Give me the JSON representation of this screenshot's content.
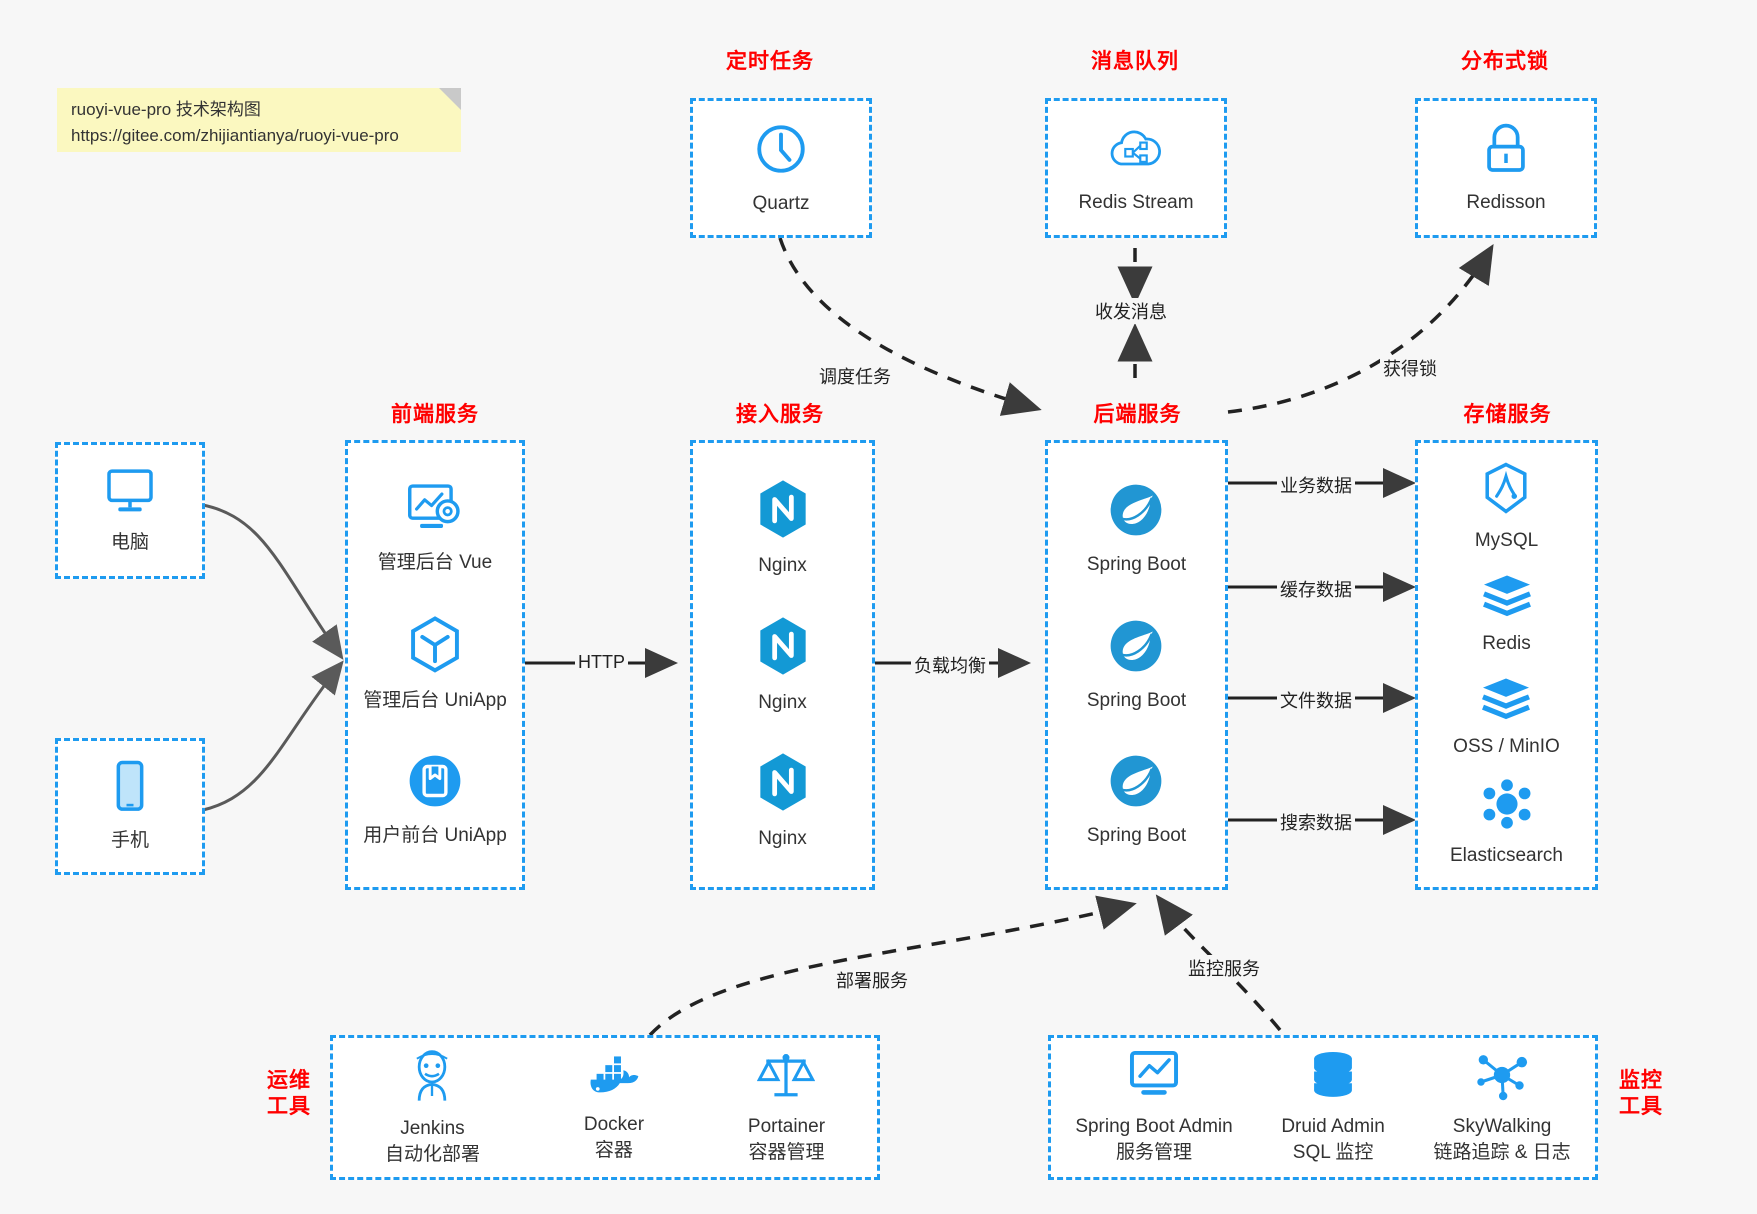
{
  "note": {
    "line1": "ruoyi-vue-pro 技术架构图",
    "line2": "https://gitee.com/zhijiantianya/ruoyi-vue-pro"
  },
  "colors": {
    "accent": "#1e9bf0",
    "title": "#ff0000",
    "text": "#333333",
    "background": "#f7f7f7",
    "note_bg": "#fbf8c0"
  },
  "groups": {
    "scheduled_task": {
      "title": "定时任务",
      "nodes": [
        {
          "label": "Quartz",
          "icon": "clock-icon"
        }
      ]
    },
    "message_queue": {
      "title": "消息队列",
      "nodes": [
        {
          "label": "Redis Stream",
          "icon": "cloud-stream-icon"
        }
      ]
    },
    "distributed_lock": {
      "title": "分布式锁",
      "nodes": [
        {
          "label": "Redisson",
          "icon": "lock-icon"
        }
      ]
    },
    "clients": {
      "nodes": [
        {
          "label": "电脑",
          "icon": "desktop-icon"
        },
        {
          "label": "手机",
          "icon": "mobile-icon"
        }
      ]
    },
    "frontend": {
      "title": "前端服务",
      "nodes": [
        {
          "label": "管理后台 Vue",
          "icon": "dashboard-gear-icon"
        },
        {
          "label": "管理后台 UniApp",
          "icon": "cube-icon"
        },
        {
          "label": "用户前台 UniApp",
          "icon": "app-window-icon"
        }
      ]
    },
    "gateway": {
      "title": "接入服务",
      "nodes": [
        {
          "label": "Nginx",
          "icon": "nginx-icon"
        },
        {
          "label": "Nginx",
          "icon": "nginx-icon"
        },
        {
          "label": "Nginx",
          "icon": "nginx-icon"
        }
      ]
    },
    "backend": {
      "title": "后端服务",
      "nodes": [
        {
          "label": "Spring Boot",
          "icon": "spring-boot-icon"
        },
        {
          "label": "Spring Boot",
          "icon": "spring-boot-icon"
        },
        {
          "label": "Spring Boot",
          "icon": "spring-boot-icon"
        }
      ]
    },
    "storage": {
      "title": "存储服务",
      "nodes": [
        {
          "label": "MySQL",
          "icon": "mysql-icon"
        },
        {
          "label": "Redis",
          "icon": "redis-icon"
        },
        {
          "label": "OSS / MinIO",
          "icon": "oss-minio-icon"
        },
        {
          "label": "Elasticsearch",
          "icon": "elasticsearch-icon"
        }
      ]
    },
    "devops": {
      "title_line1": "运维",
      "title_line2": "工具",
      "nodes": [
        {
          "label": "Jenkins",
          "sub": "自动化部署",
          "icon": "jenkins-icon"
        },
        {
          "label": "Docker",
          "sub": "容器",
          "icon": "docker-icon"
        },
        {
          "label": "Portainer",
          "sub": "容器管理",
          "icon": "scales-icon"
        }
      ]
    },
    "monitoring": {
      "title_line1": "监控",
      "title_line2": "工具",
      "nodes": [
        {
          "label": "Spring Boot Admin",
          "sub": "服务管理",
          "icon": "monitor-chart-icon"
        },
        {
          "label": "Druid Admin",
          "sub": "SQL 监控",
          "icon": "database-icon"
        },
        {
          "label": "SkyWalking",
          "sub": "链路追踪 & 日志",
          "icon": "network-node-icon"
        }
      ]
    }
  },
  "edges": [
    {
      "id": "schedule",
      "label": "调度任务"
    },
    {
      "id": "mq",
      "label": "收发消息"
    },
    {
      "id": "lock",
      "label": "获得锁"
    },
    {
      "id": "http",
      "label": "HTTP"
    },
    {
      "id": "lb",
      "label": "负载均衡"
    },
    {
      "id": "biz",
      "label": "业务数据"
    },
    {
      "id": "cache",
      "label": "缓存数据"
    },
    {
      "id": "file",
      "label": "文件数据"
    },
    {
      "id": "search",
      "label": "搜索数据"
    },
    {
      "id": "deploy",
      "label": "部署服务"
    },
    {
      "id": "monitor",
      "label": "监控服务"
    }
  ]
}
